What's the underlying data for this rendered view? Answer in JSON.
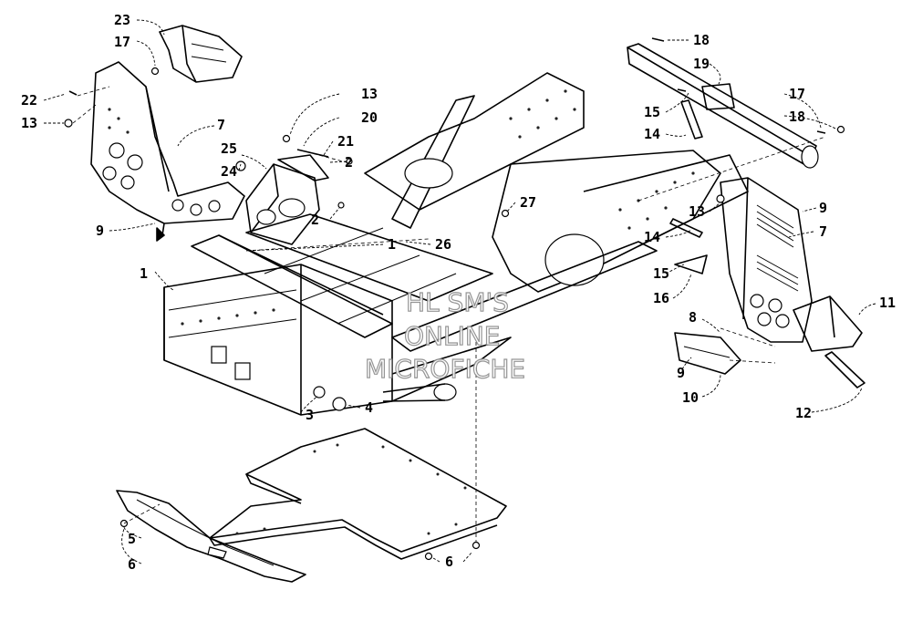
{
  "watermark": {
    "line1": "HL SM'S",
    "line2": "ONLINE",
    "line3": "MICROFICHE"
  },
  "callouts": [
    {
      "id": "c23",
      "label": "23"
    },
    {
      "id": "c17a",
      "label": "17"
    },
    {
      "id": "c22",
      "label": "22"
    },
    {
      "id": "c13a",
      "label": "13"
    },
    {
      "id": "c7a",
      "label": "7"
    },
    {
      "id": "c9a",
      "label": "9"
    },
    {
      "id": "c13b",
      "label": "13"
    },
    {
      "id": "c20",
      "label": "20"
    },
    {
      "id": "c21",
      "label": "21"
    },
    {
      "id": "c25",
      "label": "25"
    },
    {
      "id": "c24",
      "label": "24"
    },
    {
      "id": "c2a",
      "label": "2"
    },
    {
      "id": "c2b",
      "label": "2"
    },
    {
      "id": "c27",
      "label": "27"
    },
    {
      "id": "c1a",
      "label": "1"
    },
    {
      "id": "c26",
      "label": "26"
    },
    {
      "id": "c1b",
      "label": "1"
    },
    {
      "id": "c3",
      "label": "3"
    },
    {
      "id": "c4",
      "label": "4"
    },
    {
      "id": "c18a",
      "label": "18"
    },
    {
      "id": "c19",
      "label": "19"
    },
    {
      "id": "c15a",
      "label": "15"
    },
    {
      "id": "c14a",
      "label": "14"
    },
    {
      "id": "c17b",
      "label": "17"
    },
    {
      "id": "c18b",
      "label": "18"
    },
    {
      "id": "c13c",
      "label": "13"
    },
    {
      "id": "c9b",
      "label": "9"
    },
    {
      "id": "c7b",
      "label": "7"
    },
    {
      "id": "c14b",
      "label": "14"
    },
    {
      "id": "c15b",
      "label": "15"
    },
    {
      "id": "c16",
      "label": "16"
    },
    {
      "id": "c11",
      "label": "11"
    },
    {
      "id": "c8",
      "label": "8"
    },
    {
      "id": "c9c",
      "label": "9"
    },
    {
      "id": "c10",
      "label": "10"
    },
    {
      "id": "c12",
      "label": "12"
    },
    {
      "id": "c5",
      "label": "5"
    },
    {
      "id": "c6a",
      "label": "6"
    },
    {
      "id": "c6b",
      "label": "6"
    }
  ]
}
